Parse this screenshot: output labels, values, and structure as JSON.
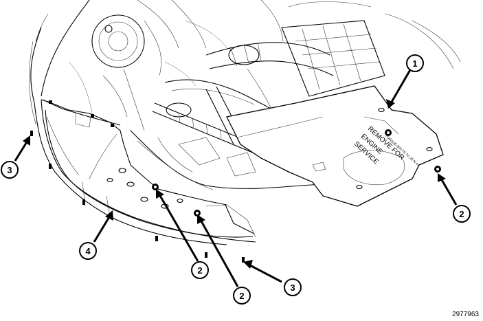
{
  "figure_id": "2977963",
  "callouts": {
    "c1": "1",
    "c2a": "2",
    "c2b": "2",
    "c2c": "2",
    "c3a": "3",
    "c3b": "3",
    "c4": "4"
  },
  "splash_shield": {
    "line1": "REMOVE FOR",
    "line2": "ENGINE",
    "line3": "SERVICE"
  }
}
